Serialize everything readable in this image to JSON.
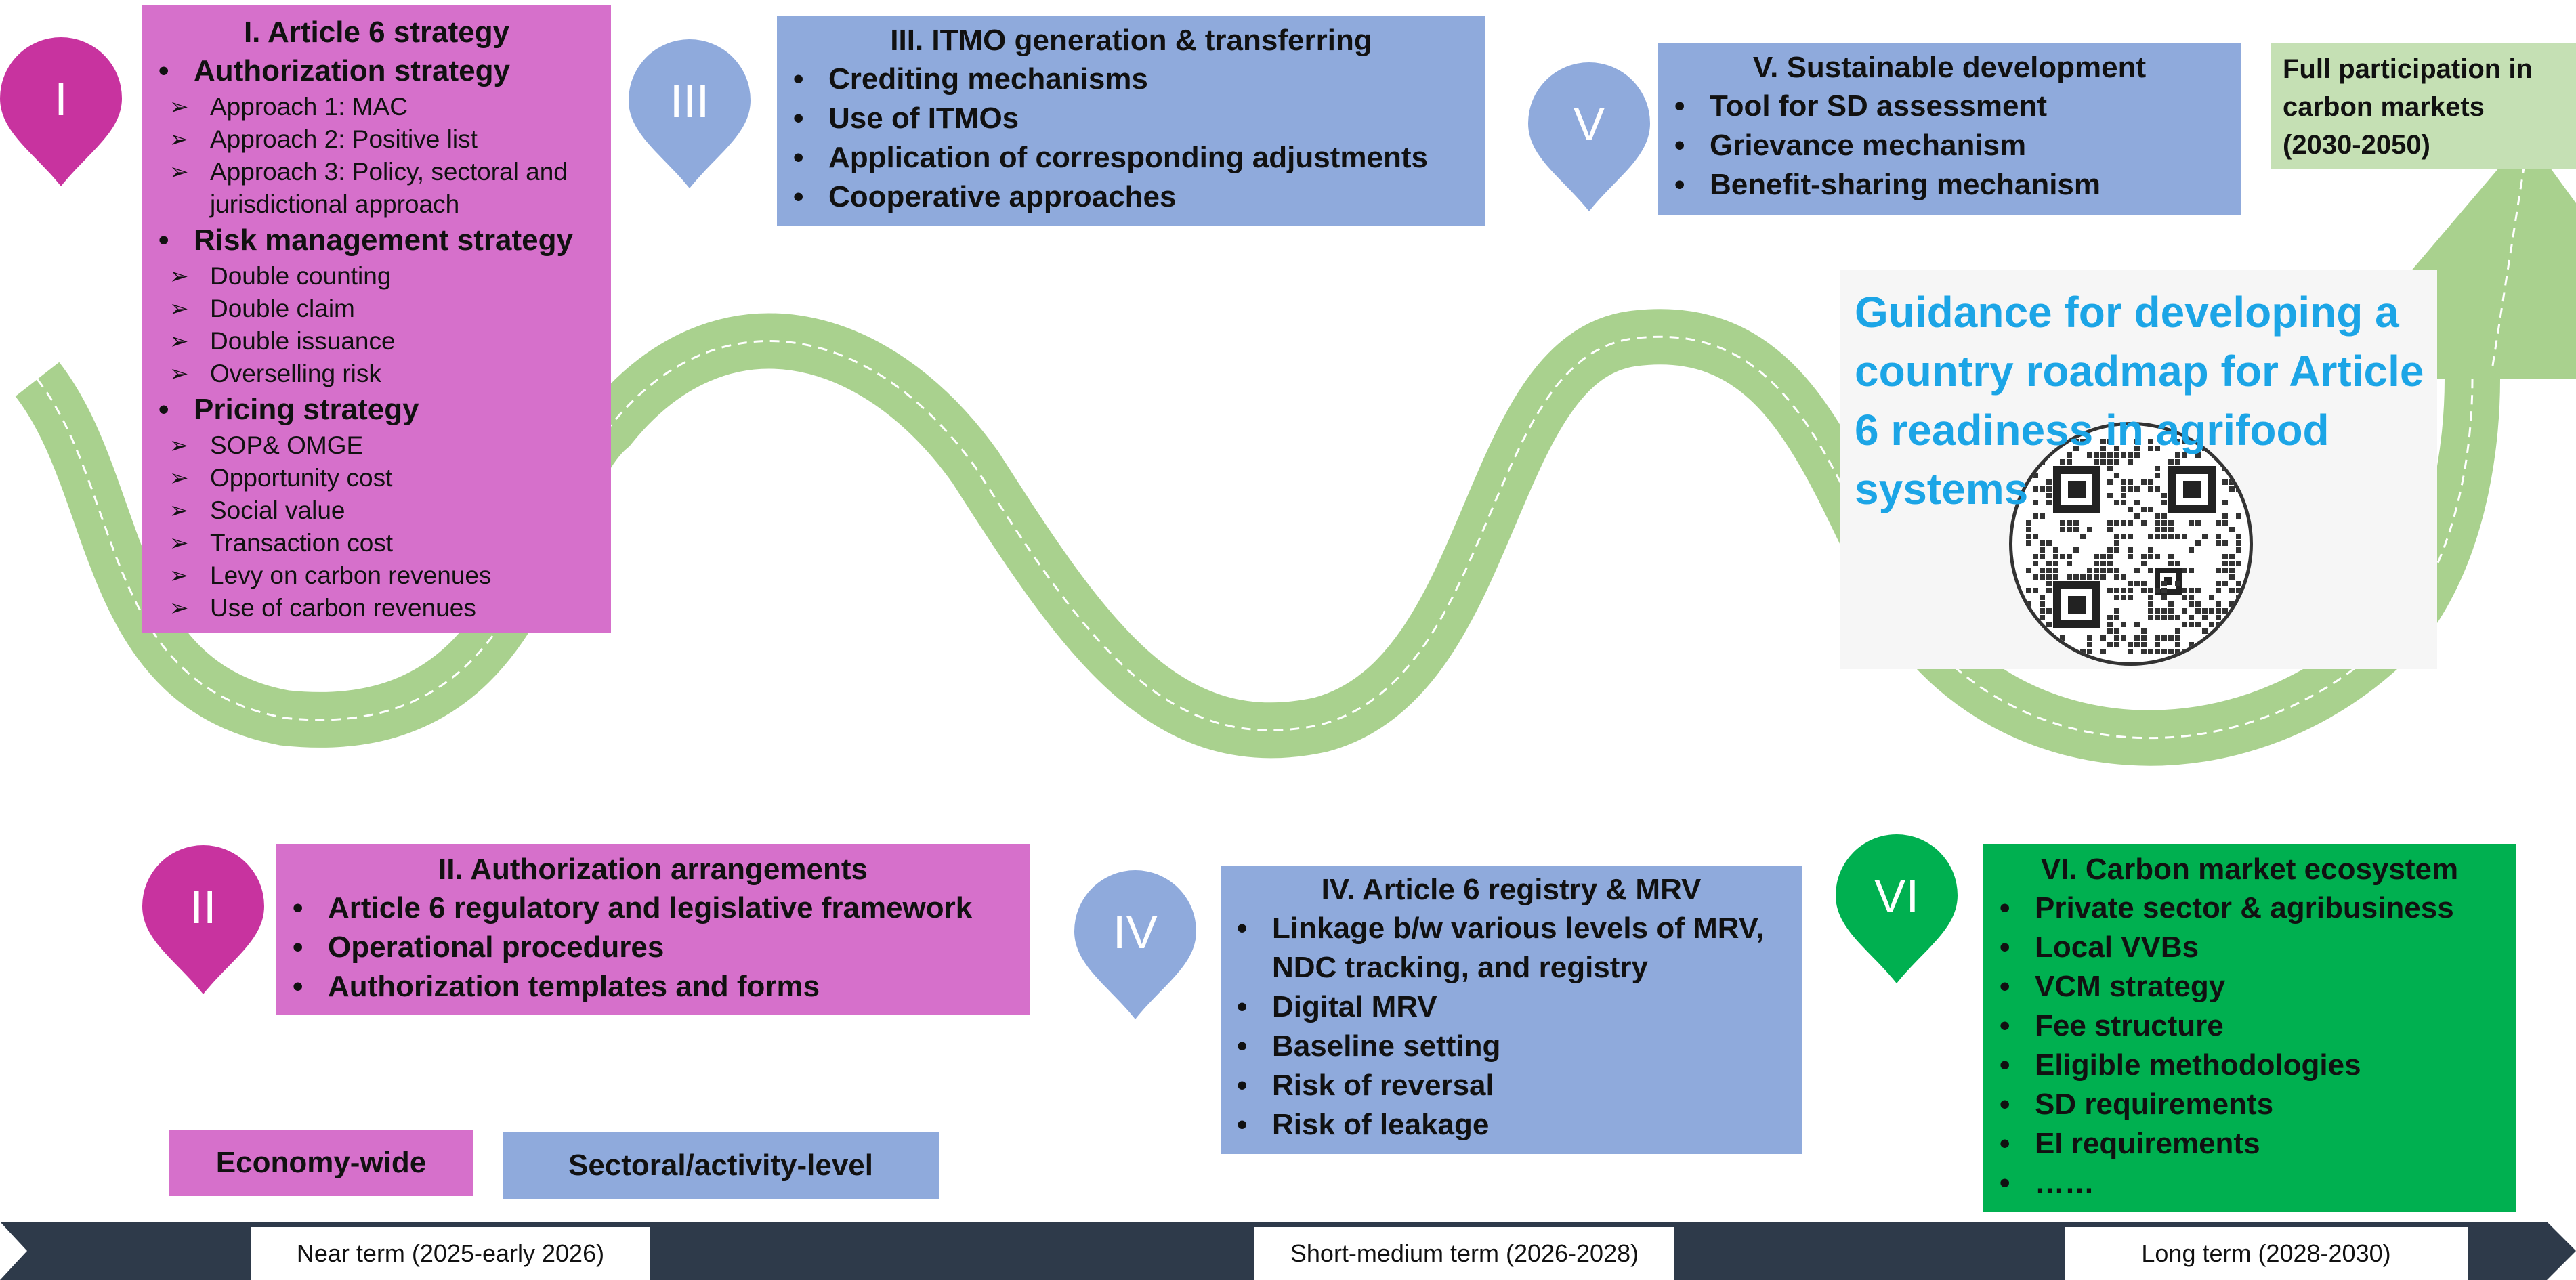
{
  "sections": {
    "s1": {
      "marker": "I",
      "title": "I. Article 6 strategy",
      "groups": [
        {
          "heading": "Authorization strategy",
          "items": [
            "Approach 1: MAC",
            "Approach 2: Positive list",
            "Approach 3: Policy, sectoral and",
            "jurisdictional  approach"
          ]
        },
        {
          "heading": "Risk management strategy",
          "items": [
            "Double counting",
            "Double claim",
            "Double issuance",
            "Overselling risk"
          ]
        },
        {
          "heading": "Pricing strategy",
          "items": [
            "SOP& OMGE",
            "Opportunity cost",
            "Social value",
            "Transaction cost",
            "Levy on carbon revenues",
            "Use of carbon revenues"
          ]
        }
      ]
    },
    "s2": {
      "marker": "II",
      "title": "II. Authorization arrangements",
      "items": [
        "Article 6 regulatory and legislative framework",
        "Operational procedures",
        "Authorization templates and forms"
      ]
    },
    "s3": {
      "marker": "III",
      "title": "III. ITMO generation & transferring",
      "items": [
        "Crediting mechanisms",
        "Use of ITMOs",
        "Application of corresponding adjustments",
        "Cooperative approaches"
      ]
    },
    "s4": {
      "marker": "IV",
      "title": "IV. Article 6 registry & MRV",
      "items": [
        "Linkage b/w various levels of MRV,",
        "NDC tracking, and registry",
        "Digital MRV",
        "Baseline setting",
        "Risk of reversal",
        "Risk of leakage"
      ]
    },
    "s5": {
      "marker": "V",
      "title": "V. Sustainable development",
      "items": [
        "Tool for SD assessment",
        "Grievance mechanism",
        "Benefit-sharing mechanism"
      ]
    },
    "s6": {
      "marker": "VI",
      "title": "VI. Carbon market ecosystem",
      "items": [
        "Private sector & agribusiness",
        "Local VVBs",
        "VCM strategy",
        "Fee structure",
        "Eligible methodologies",
        "SD requirements",
        "EI requirements",
        "……"
      ]
    }
  },
  "goal": {
    "line1": "Full participation in",
    "line2": "carbon markets",
    "line3": "(2030-2050)"
  },
  "guidance": {
    "line1": "Guidance for developing a",
    "line2": "country roadmap for Article",
    "line3": "6 readiness in agrifood",
    "line4": "systems"
  },
  "legend": {
    "economy": "Economy-wide",
    "sectoral": "Sectoral/activity-level"
  },
  "timeline": {
    "near": "Near term (2025-early 2026)",
    "short": "Short-medium term (2026-2028)",
    "long": "Long term (2028-2030)"
  },
  "colors": {
    "pink": "#d670cb",
    "blue": "#8faadc",
    "green": "#00b050",
    "light_green": "#c5e0b4",
    "road": "#a9d18e",
    "timeline": "#2e3a4a",
    "guidance_text": "#1ca5e6"
  }
}
